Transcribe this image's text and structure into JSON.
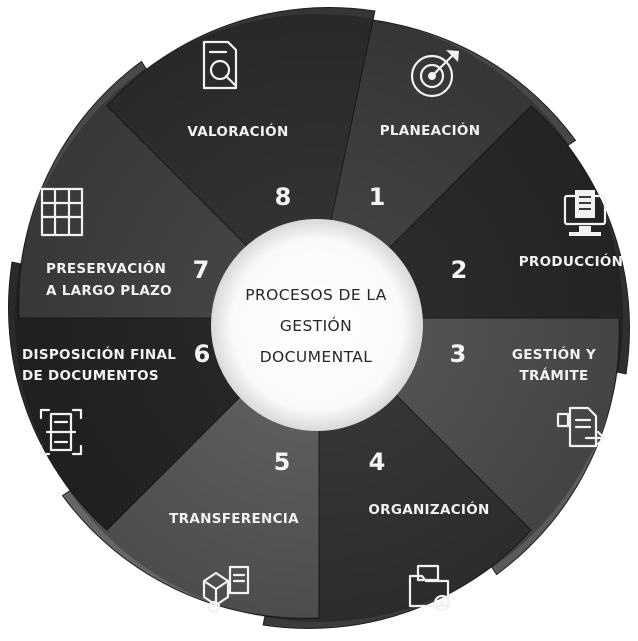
{
  "center": {
    "lines": [
      "PROCESOS DE LA",
      "GESTIÓN",
      "DOCUMENTAL"
    ]
  },
  "steps": [
    {
      "number": "1",
      "label_lines": [
        "PLANEACIÓN"
      ],
      "icon": "target-icon"
    },
    {
      "number": "2",
      "label_lines": [
        "PRODUCCIÓN"
      ],
      "icon": "computer-document-icon"
    },
    {
      "number": "3",
      "label_lines": [
        "GESTIÓN Y",
        "TRÁMITE"
      ],
      "icon": "document-transfer-icon"
    },
    {
      "number": "4",
      "label_lines": [
        "ORGANIZACIÓN"
      ],
      "icon": "folder-gear-icon"
    },
    {
      "number": "5",
      "label_lines": [
        "TRANSFERENCIA"
      ],
      "icon": "boxes-document-icon"
    },
    {
      "number": "6",
      "label_lines": [
        "DISPOSICIÓN FINAL",
        "DE DOCUMENTOS"
      ],
      "icon": "scan-document-icon"
    },
    {
      "number": "7",
      "label_lines": [
        "PRESERVACIÓN",
        "A LARGO PLAZO"
      ],
      "icon": "archive-shelf-icon"
    },
    {
      "number": "8",
      "label_lines": [
        "VALORACIÓN"
      ],
      "icon": "document-search-icon"
    }
  ],
  "colors": {
    "segments": [
      "#474747",
      "#2f2f2f",
      "#5a5a5a",
      "#3b3b3b",
      "#666666",
      "#2a2a2a",
      "#4a4a4a",
      "#363636"
    ],
    "center_fill": "#ffffff",
    "text": "#f2f2f2"
  }
}
